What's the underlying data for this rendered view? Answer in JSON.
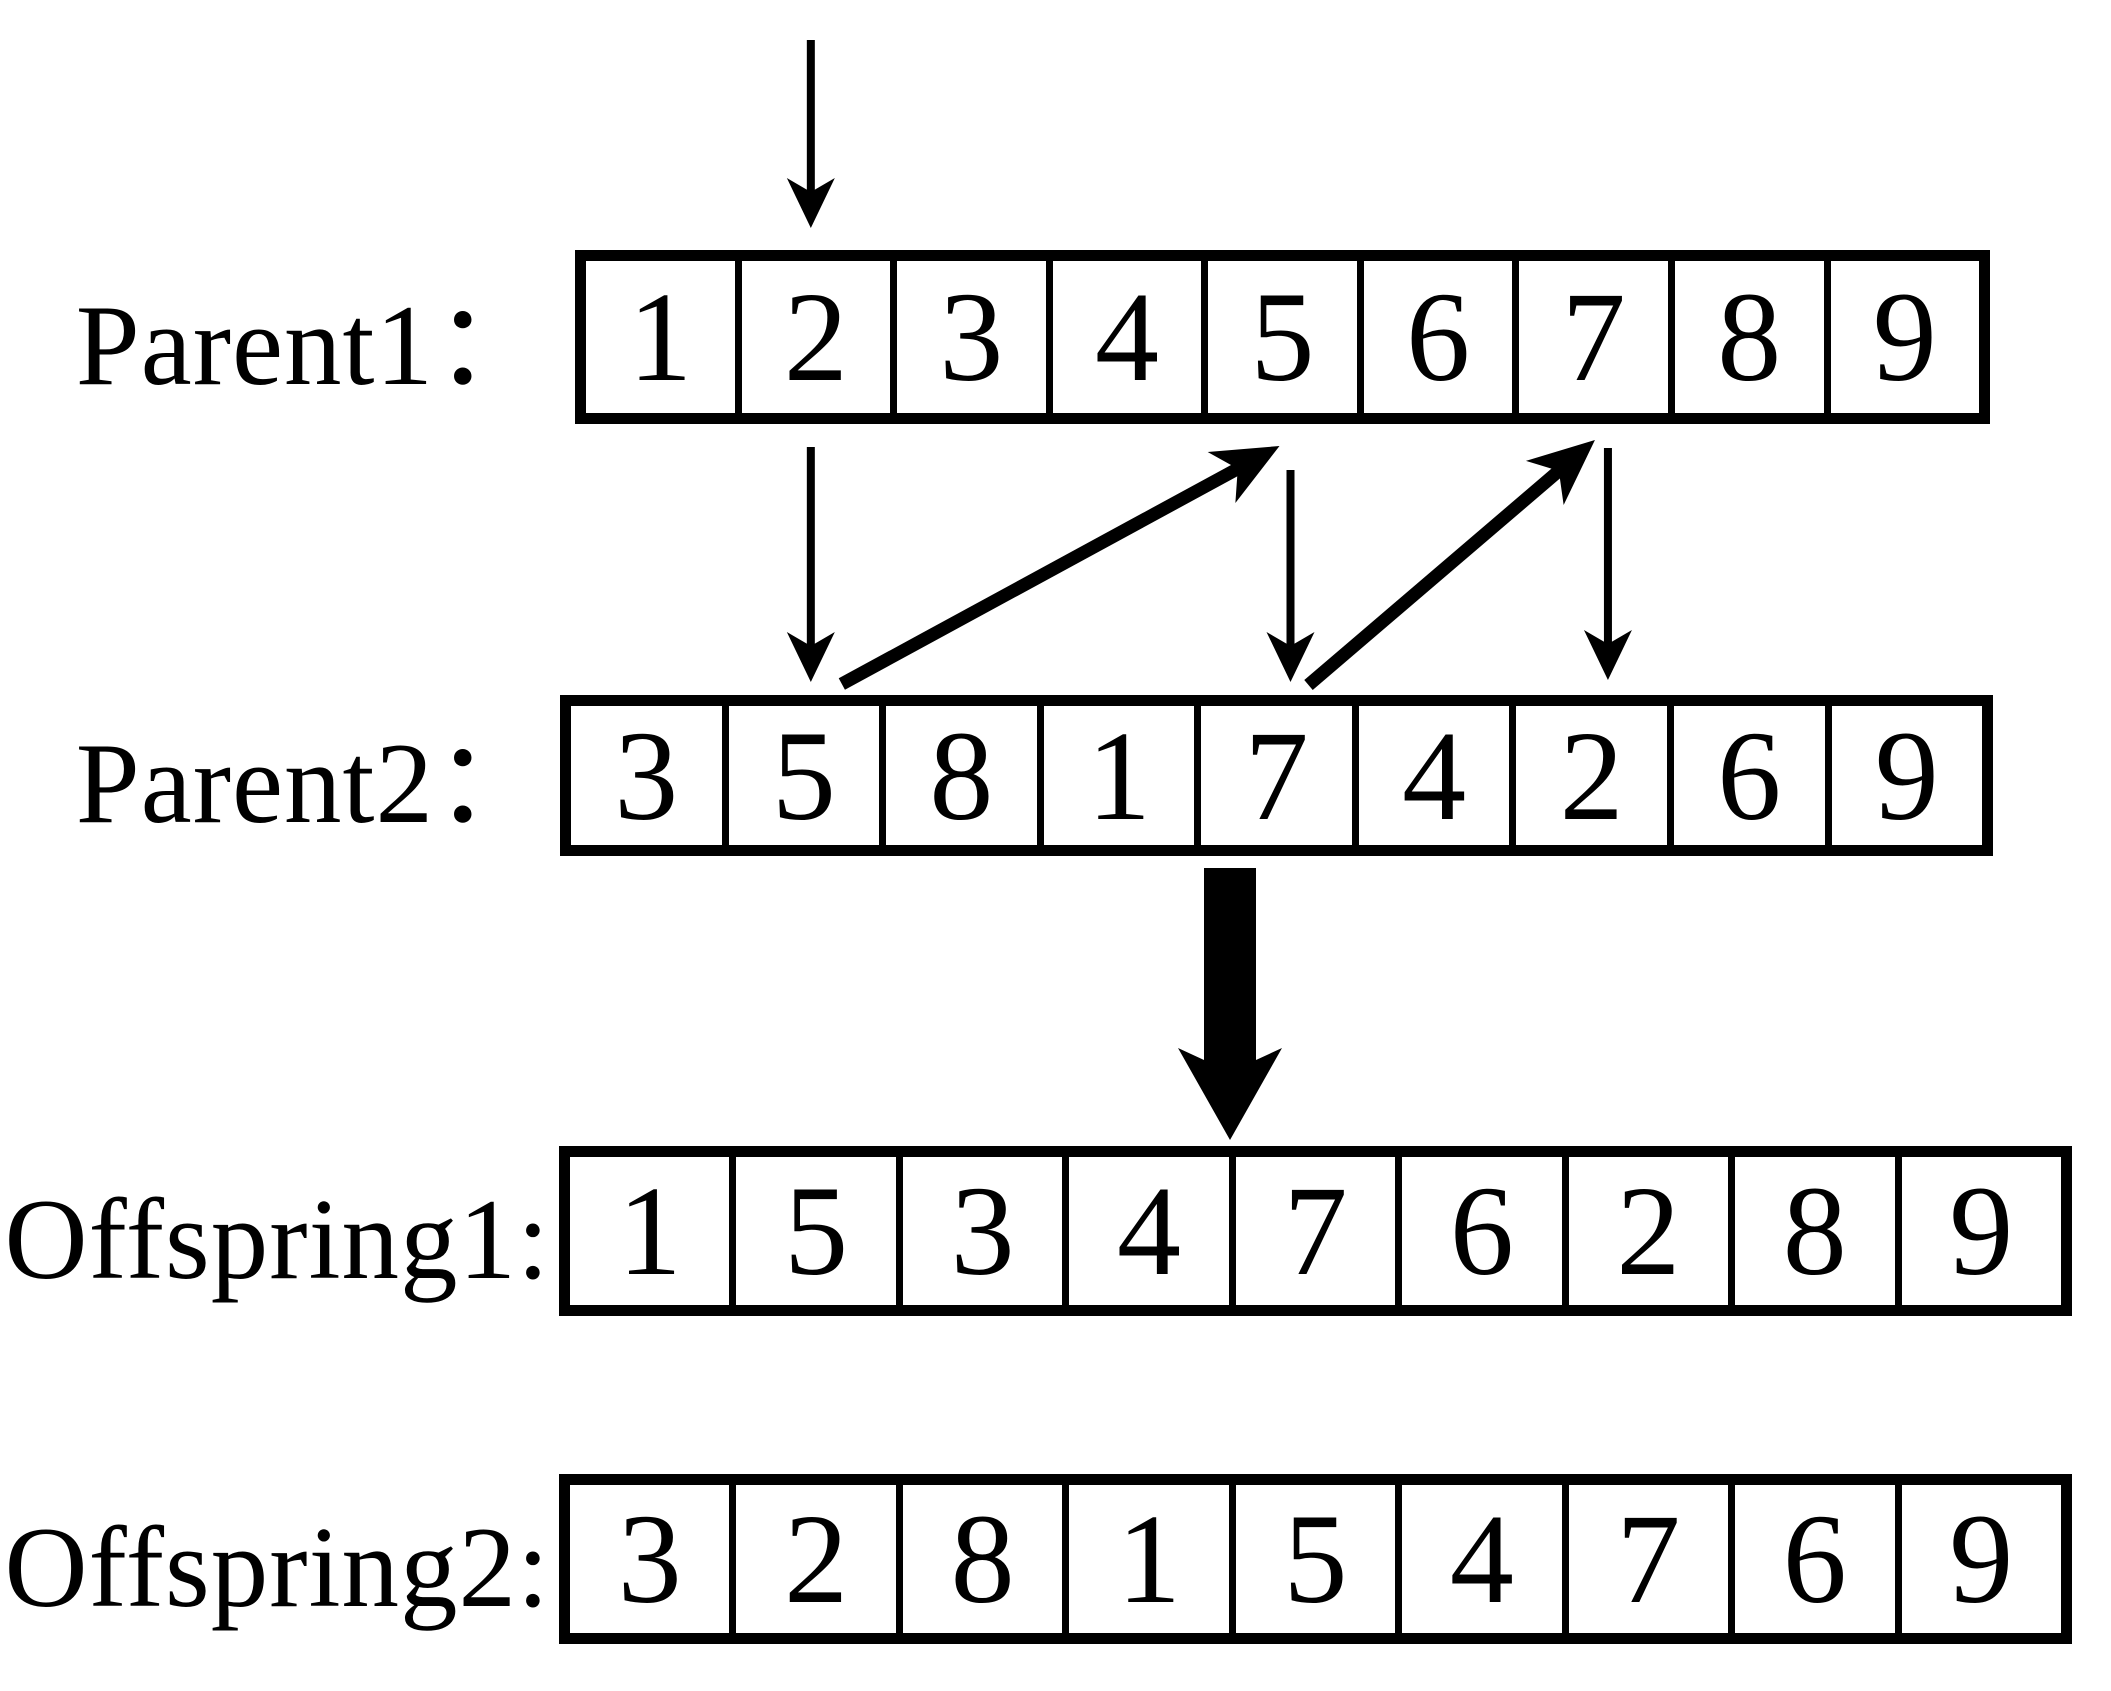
{
  "diagram": {
    "name": "partially-mapped-crossover-diagram",
    "colors": {
      "ink": "#000000",
      "background": "#ffffff"
    },
    "rows": [
      {
        "id": "parent1",
        "label": "Parent1：",
        "values": [
          "1",
          "2",
          "3",
          "4",
          "5",
          "6",
          "7",
          "8",
          "9"
        ]
      },
      {
        "id": "parent2",
        "label": "Parent2：",
        "values": [
          "3",
          "5",
          "8",
          "1",
          "7",
          "4",
          "2",
          "6",
          "9"
        ]
      },
      {
        "id": "offspring1",
        "label": "Offspring1:",
        "values": [
          "1",
          "5",
          "3",
          "4",
          "7",
          "6",
          "2",
          "8",
          "9"
        ]
      },
      {
        "id": "offspring2",
        "label": "Offspring2:",
        "values": [
          "3",
          "2",
          "8",
          "1",
          "5",
          "4",
          "7",
          "6",
          "9"
        ]
      }
    ],
    "arrows": [
      {
        "id": "crossover-point-arrow",
        "kind": "thin-vertical",
        "desc": "crossover point marker above Parent1 position 2"
      },
      {
        "id": "copy-arrow-1",
        "kind": "thin-vertical",
        "desc": "Parent1 position 2 down to Parent2"
      },
      {
        "id": "mapping-arrow-1",
        "kind": "thin-diagonal",
        "desc": "Parent2 position 2 up to Parent1 position 5"
      },
      {
        "id": "copy-arrow-2",
        "kind": "thin-vertical",
        "desc": "Parent1 position 5 down to Parent2"
      },
      {
        "id": "mapping-arrow-2",
        "kind": "thin-diagonal",
        "desc": "Parent2 position 5 up to Parent1 position 7"
      },
      {
        "id": "copy-arrow-3",
        "kind": "thin-vertical",
        "desc": "Parent1 position 7 down to Parent2"
      },
      {
        "id": "result-arrow",
        "kind": "thick-vertical",
        "desc": "Parent2 down to Offspring1"
      }
    ]
  }
}
